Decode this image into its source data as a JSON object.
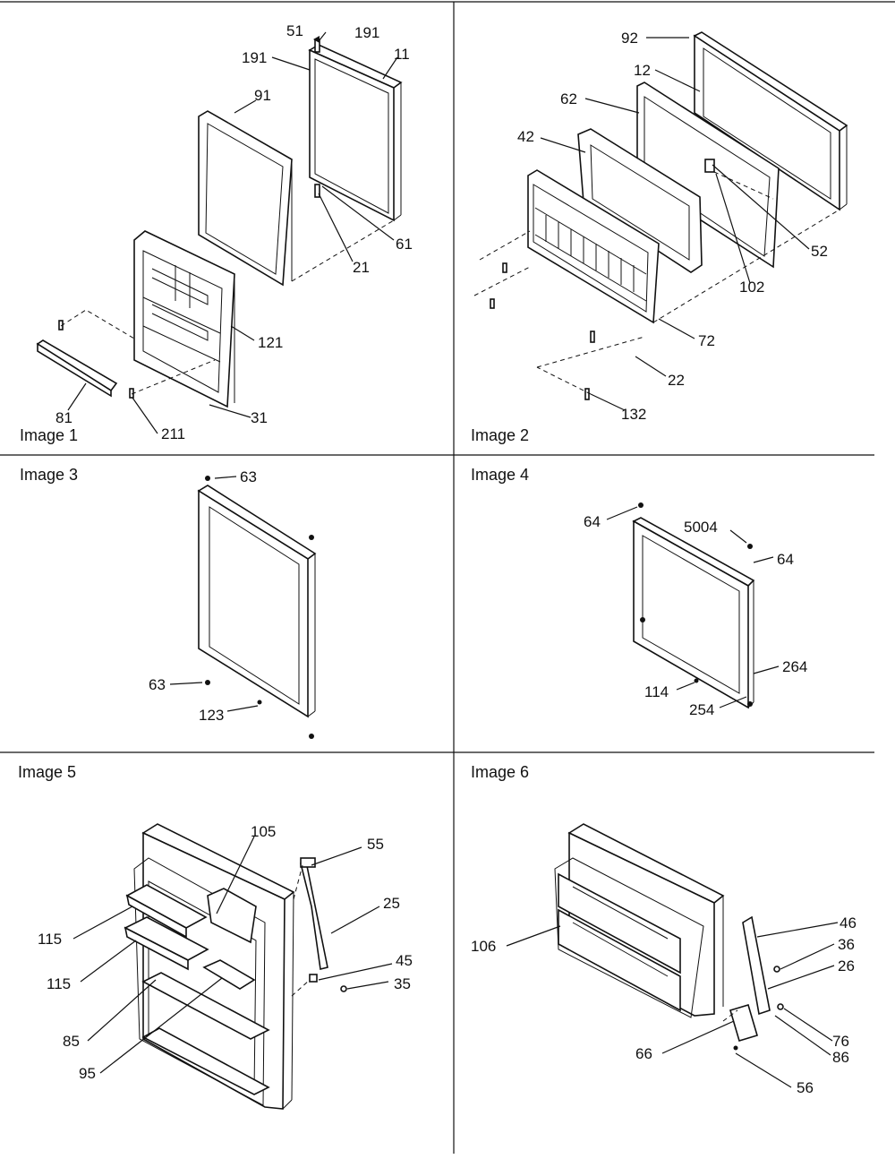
{
  "panels": [
    {
      "caption": "Image 1"
    },
    {
      "caption": "Image 2"
    },
    {
      "caption": "Image 3"
    },
    {
      "caption": "Image 4"
    },
    {
      "caption": "Image 5"
    },
    {
      "caption": "Image 6"
    }
  ],
  "callouts": {
    "p1": [
      "51",
      "191",
      "191",
      "11",
      "91",
      "61",
      "21",
      "121",
      "81",
      "211",
      "31"
    ],
    "p2": [
      "92",
      "12",
      "62",
      "42",
      "52",
      "102",
      "72",
      "22",
      "132"
    ],
    "p3": [
      "63",
      "63",
      "123"
    ],
    "p4": [
      "64",
      "5004",
      "64",
      "114",
      "264",
      "254"
    ],
    "p5": [
      "105",
      "55",
      "25",
      "115",
      "45",
      "35",
      "115",
      "85",
      "95"
    ],
    "p6": [
      "46",
      "36",
      "106",
      "26",
      "76",
      "86",
      "66",
      "56"
    ]
  }
}
